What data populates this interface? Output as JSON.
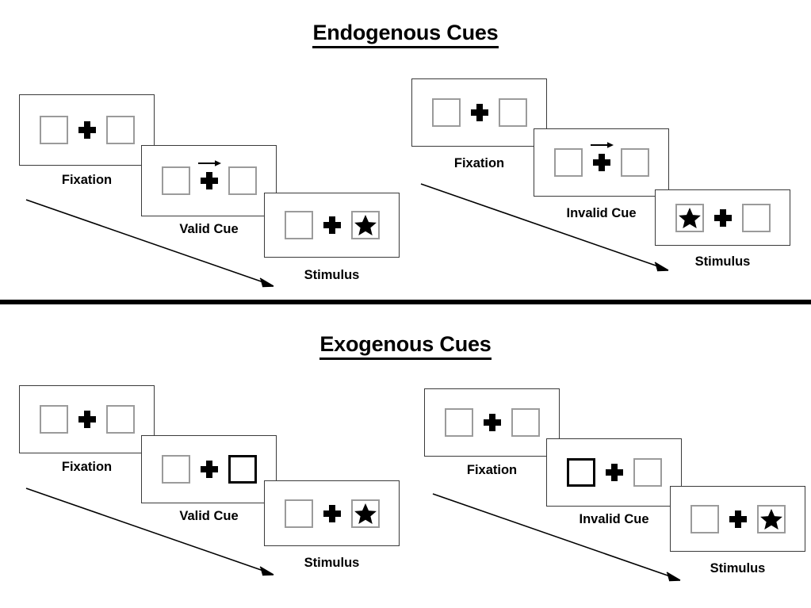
{
  "figure": {
    "background": "#ffffff",
    "line_color": "#3a3a3a",
    "box_color": "#9b9b9b",
    "accent_color": "#000000"
  },
  "sections": [
    {
      "id": "endogenous",
      "title": "Endogenous Cues",
      "columns": [
        {
          "id": "endogenous-valid",
          "frames": [
            {
              "caption": "Fixation",
              "left_box": "empty",
              "right_box": "empty",
              "cue": "none",
              "cue_arrow": "none"
            },
            {
              "caption": "Valid Cue",
              "left_box": "empty",
              "right_box": "empty",
              "cue": "arrow-right",
              "cue_arrow": "right-arrow-icon"
            },
            {
              "caption": "Stimulus",
              "left_box": "empty",
              "right_box": "star",
              "cue": "none",
              "cue_arrow": "none"
            }
          ],
          "flow_arrow": "diagonal-down-right-arrow"
        },
        {
          "id": "endogenous-invalid",
          "frames": [
            {
              "caption": "Fixation",
              "left_box": "empty",
              "right_box": "empty",
              "cue": "none",
              "cue_arrow": "none"
            },
            {
              "caption": "Invalid Cue",
              "left_box": "empty",
              "right_box": "empty",
              "cue": "arrow-right",
              "cue_arrow": "right-arrow-icon"
            },
            {
              "caption": "Stimulus",
              "left_box": "star",
              "right_box": "empty",
              "cue": "none",
              "cue_arrow": "none"
            }
          ],
          "flow_arrow": "diagonal-down-right-arrow"
        }
      ]
    },
    {
      "id": "exogenous",
      "title": "Exogenous Cues",
      "columns": [
        {
          "id": "exogenous-valid",
          "frames": [
            {
              "caption": "Fixation",
              "left_box": "empty",
              "right_box": "empty",
              "cue": "none",
              "cue_arrow": "none"
            },
            {
              "caption": "Valid Cue",
              "left_box": "empty",
              "right_box": "highlight",
              "cue": "box-flash",
              "cue_arrow": "none"
            },
            {
              "caption": "Stimulus",
              "left_box": "empty",
              "right_box": "star",
              "cue": "none",
              "cue_arrow": "none"
            }
          ],
          "flow_arrow": "diagonal-down-right-arrow"
        },
        {
          "id": "exogenous-invalid",
          "frames": [
            {
              "caption": "Fixation",
              "left_box": "empty",
              "right_box": "empty",
              "cue": "none",
              "cue_arrow": "none"
            },
            {
              "caption": "Invalid Cue",
              "left_box": "highlight",
              "right_box": "empty",
              "cue": "box-flash",
              "cue_arrow": "none"
            },
            {
              "caption": "Stimulus",
              "left_box": "empty",
              "right_box": "star",
              "cue": "none",
              "cue_arrow": "none"
            }
          ],
          "flow_arrow": "diagonal-down-right-arrow"
        }
      ]
    }
  ]
}
